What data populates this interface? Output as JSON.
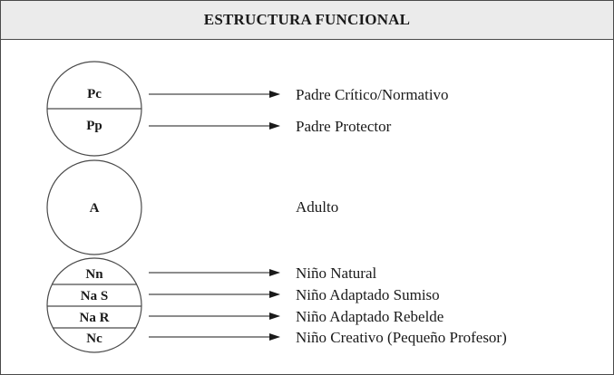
{
  "title": "ESTRUCTURA FUNCIONAL",
  "parent": {
    "top_label": "Pc",
    "bottom_label": "Pp",
    "top_desc": "Padre Crítico/Normativo",
    "bottom_desc": "Padre Protector"
  },
  "adult": {
    "label": "A",
    "desc": "Adulto"
  },
  "child": {
    "rows": [
      {
        "label": "Nn",
        "desc": "Niño Natural"
      },
      {
        "label": "Na S",
        "desc": "Niño Adaptado Sumiso"
      },
      {
        "label": "Na R",
        "desc": "Niño Adaptado Rebelde"
      },
      {
        "label": "Nc",
        "desc": "Niño Creativo (Pequeño Profesor)"
      }
    ]
  }
}
